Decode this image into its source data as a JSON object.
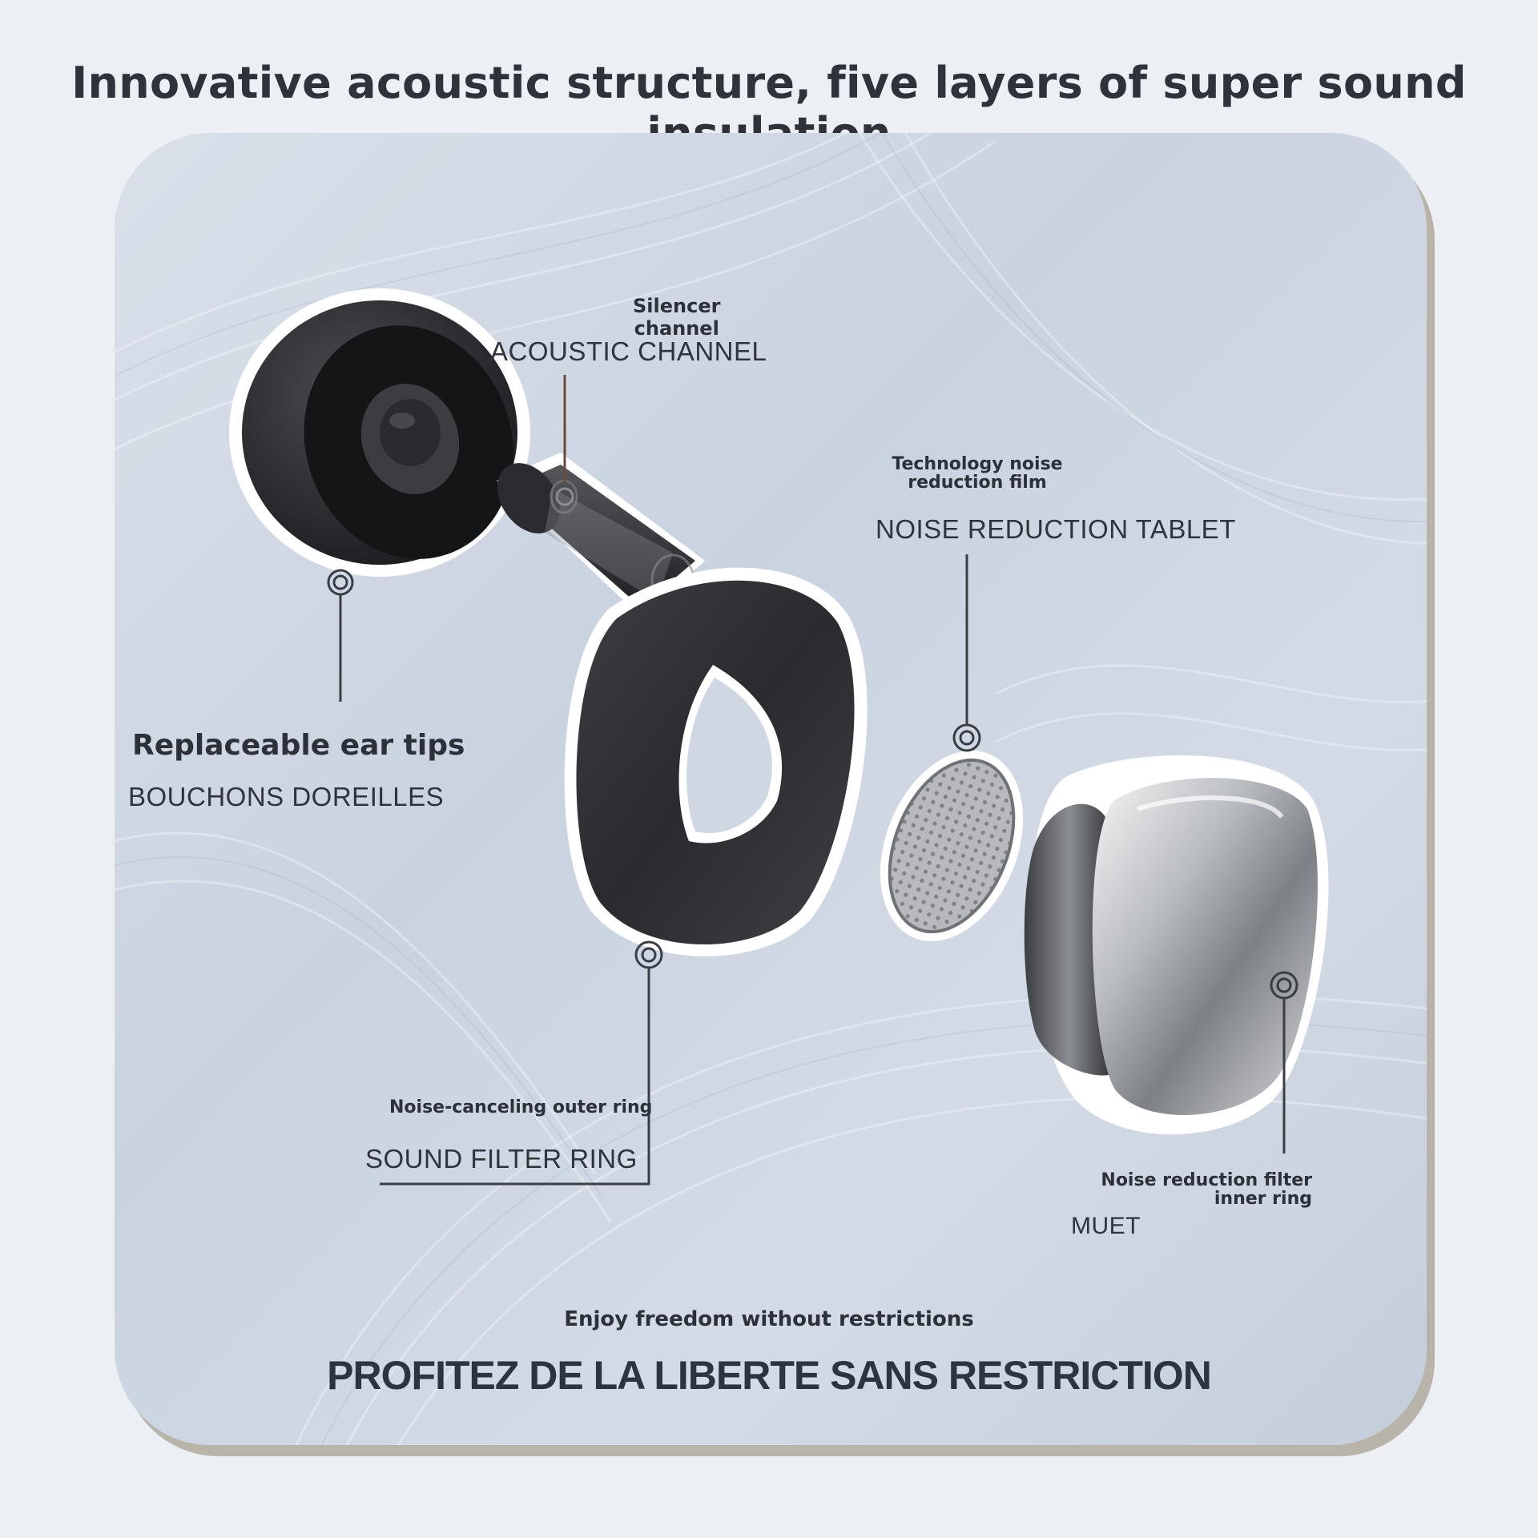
{
  "title": "Innovative acoustic structure, five layers of super sound insulation",
  "parts": {
    "ear_tips": {
      "label": "Replaceable ear tips",
      "label_fr": "BOUCHONS DOREILLES"
    },
    "silencer_channel": {
      "label_line1": "Silencer",
      "label_line2": "channel",
      "label_fr": "ACOUSTIC CHANNEL"
    },
    "noise_film": {
      "label_line1": "Technology noise",
      "label_line2": "reduction film",
      "label_fr": "NOISE REDUCTION TABLET"
    },
    "outer_ring": {
      "label": "Noise-canceling outer ring",
      "label_fr": "SOUND FILTER RING"
    },
    "inner_ring": {
      "label_line1": "Noise reduction filter",
      "label_line2": "inner ring",
      "label_fr": "MUET"
    }
  },
  "tagline": "Enjoy freedom without restrictions",
  "tagline_fr": "PROFITEZ DE LA LIBERTE SANS RESTRICTION"
}
